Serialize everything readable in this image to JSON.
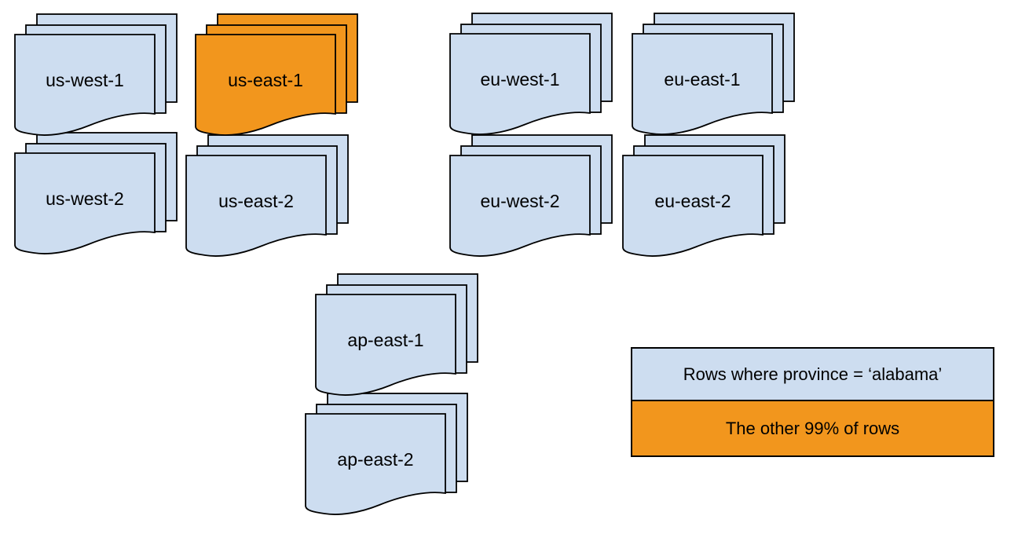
{
  "diagram": {
    "stacks": [
      {
        "id": "us-west-1",
        "label": "us-west-1",
        "color": "blue"
      },
      {
        "id": "us-east-1",
        "label": "us-east-1",
        "color": "orange"
      },
      {
        "id": "eu-west-1",
        "label": "eu-west-1",
        "color": "blue"
      },
      {
        "id": "eu-east-1",
        "label": "eu-east-1",
        "color": "blue"
      },
      {
        "id": "us-west-2",
        "label": "us-west-2",
        "color": "blue"
      },
      {
        "id": "us-east-2",
        "label": "us-east-2",
        "color": "blue"
      },
      {
        "id": "eu-west-2",
        "label": "eu-west-2",
        "color": "blue"
      },
      {
        "id": "eu-east-2",
        "label": "eu-east-2",
        "color": "blue"
      },
      {
        "id": "ap-east-1",
        "label": "ap-east-1",
        "color": "blue"
      },
      {
        "id": "ap-east-2",
        "label": "ap-east-2",
        "color": "blue"
      }
    ],
    "legend": {
      "rows": [
        {
          "label": "Rows where province = ‘alabama’",
          "color": "blue"
        },
        {
          "label": "The other 99% of rows",
          "color": "orange"
        }
      ]
    },
    "colors": {
      "page_blue": "#cdddf0",
      "page_orange": "#f2961d",
      "stroke": "#000000",
      "text": "#000000",
      "background": "#ffffff"
    }
  }
}
